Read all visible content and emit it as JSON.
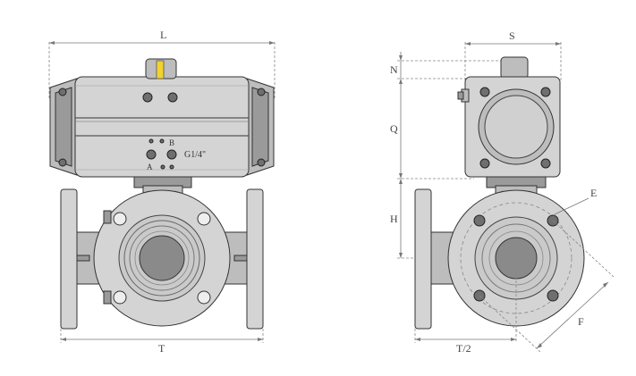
{
  "labels": {
    "L": "L",
    "T": "T",
    "S": "S",
    "N": "N",
    "Q": "Q",
    "H": "H",
    "E": "E",
    "F": "F",
    "T_half": "T/2",
    "port_A": "A",
    "port_B": "B",
    "port_size": "G1/4\""
  },
  "colors": {
    "background": "#ffffff",
    "metal_light": "#d4d4d4",
    "metal_mid": "#bdbdbd",
    "metal_dark": "#9a9a9a",
    "bore": "#8a8a8a",
    "indicator_yellow": "#f2d22e",
    "line": "#333333"
  }
}
